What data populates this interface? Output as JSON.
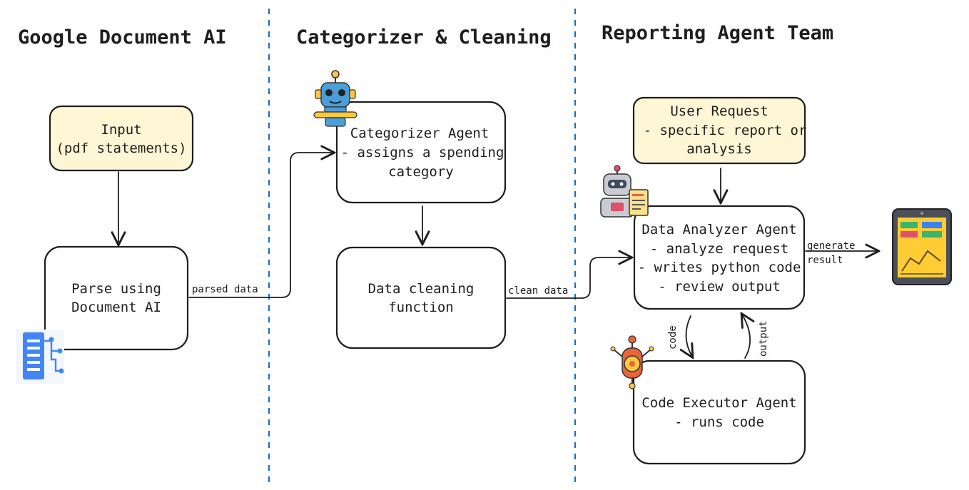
{
  "sections": [
    {
      "title": "Google Document AI"
    },
    {
      "title": "Categorizer & Cleaning"
    },
    {
      "title": "Reporting Agent Team"
    }
  ],
  "nodes": {
    "input": {
      "lines": [
        "Input",
        "(pdf statements)"
      ],
      "fill": "#fff6d6"
    },
    "parse": {
      "lines": [
        "Parse using",
        "Document AI"
      ],
      "fill": "#ffffff"
    },
    "categorizer": {
      "lines": [
        "Categorizer Agent",
        "- assigns a spending",
        "category"
      ],
      "fill": "#ffffff"
    },
    "cleaning": {
      "lines": [
        "Data cleaning",
        "function"
      ],
      "fill": "#ffffff"
    },
    "user_request": {
      "lines": [
        "User Request",
        "- specific report or",
        "analysis"
      ],
      "fill": "#fff6d6"
    },
    "analyzer": {
      "lines": [
        "Data Analyzer Agent",
        "- analyze request",
        "- writes python code",
        "- review output"
      ],
      "fill": "#ffffff"
    },
    "executor": {
      "lines": [
        "Code Executor Agent",
        "- runs code"
      ],
      "fill": "#ffffff"
    }
  },
  "edges": {
    "parsed_data": "parsed data",
    "clean_data": "clean data",
    "generate_result": [
      "generate",
      "result"
    ],
    "code": "code",
    "output": "output"
  },
  "icons": {
    "document_ai": "document-ai-icon",
    "categorizer_robot": "robot-icon",
    "analyzer_robot": "robot-report-icon",
    "executor_robot": "robot-gears-icon",
    "report_tablet": "report-dashboard-icon"
  },
  "colors": {
    "divider": "#1971c2",
    "input_fill": "#fff6d6",
    "stroke": "#1e1e1e"
  }
}
